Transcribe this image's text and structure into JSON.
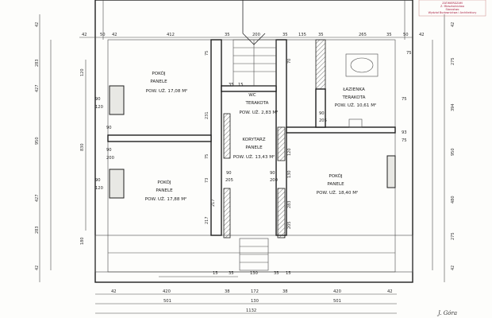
{
  "rooms": [
    {
      "name": "POKÓJ",
      "finish": "PANELE",
      "area": "POW. UŻ. 17,08 M²"
    },
    {
      "name": "WC",
      "finish": "TERAKOTA",
      "area": "POW. UŻ. 2,83 M²"
    },
    {
      "name": "ŁAZIENKA",
      "finish": "TERAKOTA",
      "area": "POW. UŻ. 10,61 M²"
    },
    {
      "name": "KORYTARZ",
      "finish": "PANELE",
      "area": "POW. UŻ. 13,43 M²"
    },
    {
      "name": "POKÓJ",
      "finish": "PANELE",
      "area": "POW. UŻ. 17,88 M²"
    },
    {
      "name": "POKÓJ",
      "finish": "PANELE",
      "area": "POW. UŻ. 18,40 M²"
    }
  ],
  "dims": {
    "top": [
      "42",
      "50",
      "42",
      "412",
      "35",
      "200",
      "35",
      "135",
      "35",
      "265",
      "35",
      "50",
      "42"
    ],
    "bottom_row1": [
      "42",
      "420",
      "38",
      "172",
      "38",
      "420",
      "42"
    ],
    "bottom_row2": [
      "501",
      "130",
      "501"
    ],
    "bottom_total": "1132",
    "bottom_mid": [
      "15",
      "35",
      "130",
      "35",
      "15"
    ],
    "left_outer": [
      "42",
      "283",
      "427",
      "950",
      "427",
      "283",
      "42"
    ],
    "left_inner": [
      "120",
      "830",
      "180"
    ],
    "left_openings": [
      "90",
      "120",
      "90",
      "120"
    ],
    "right_outer": [
      "42",
      "275",
      "394",
      "950",
      "480",
      "275",
      "42"
    ],
    "right_inner": [
      "75",
      "75",
      "93",
      "75"
    ],
    "inner": [
      "75",
      "231",
      "75",
      "73",
      "217",
      "35",
      "15",
      "90",
      "205",
      "90",
      "200",
      "90",
      "205",
      "70",
      "120",
      "130",
      "283",
      "205",
      "217",
      "90",
      "90",
      "200"
    ]
  },
  "stamp": [
    "ZATWIERDZAM",
    "Z. Mieszkalnictwa",
    "Starostwo",
    "Wydział Budownictwa i Architektury"
  ],
  "signature": "J. Góra"
}
